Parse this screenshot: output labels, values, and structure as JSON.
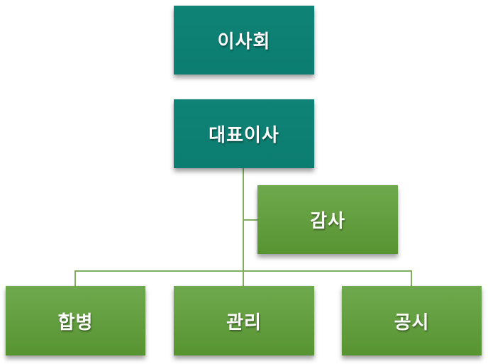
{
  "diagram": {
    "type": "org-chart",
    "background": "#ffffff",
    "colors": {
      "level1_fill": "#0d8073",
      "level2_fill_top": "#6fa94e",
      "level2_fill_bottom": "#579431",
      "connector": "#7fae5e",
      "text": "#ffffff"
    },
    "nodes": {
      "board": {
        "label": "이사회",
        "level": 1
      },
      "ceo": {
        "label": "대표이사",
        "level": 1
      },
      "auditor": {
        "label": "감사",
        "level": 2
      },
      "merger": {
        "label": "합병",
        "level": 2
      },
      "management": {
        "label": "관리",
        "level": 2
      },
      "disclosure": {
        "label": "공시",
        "level": 2
      }
    },
    "edges": [
      {
        "from": "ceo",
        "to": "auditor"
      },
      {
        "from": "ceo",
        "to": "merger"
      },
      {
        "from": "ceo",
        "to": "management"
      },
      {
        "from": "ceo",
        "to": "disclosure"
      }
    ]
  }
}
